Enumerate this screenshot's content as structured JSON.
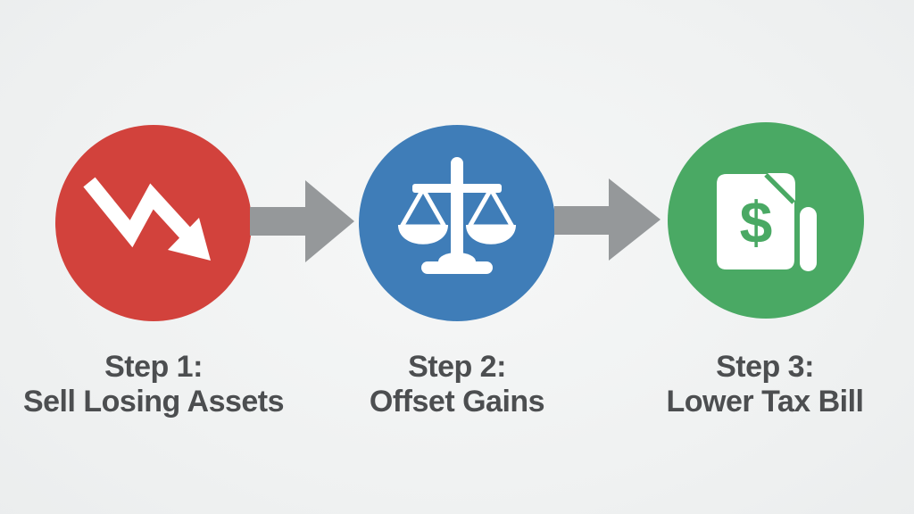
{
  "title": "Tax-loss harvesting three step process diagram",
  "background": {
    "center_color": "#f6f7f7",
    "edge_color": "#e2e4e6"
  },
  "text_color": "#4c4e50",
  "icon_color": "#ffffff",
  "connector_color": "#95989a",
  "steps": [
    {
      "title": "Step 1:",
      "subtitle": "Sell Losing Assets",
      "icon": "declining-chart-arrow-icon",
      "circle_color": "#d2423c"
    },
    {
      "title": "Step 2:",
      "subtitle": "Offset Gains",
      "icon": "balance-scale-icon",
      "circle_color": "#3f7db8"
    },
    {
      "title": "Step 3:",
      "subtitle": "Lower Tax Bill",
      "icon": "dollar-invoice-icon",
      "circle_color": "#4aa964"
    }
  ],
  "connectors": [
    {
      "icon": "flow-arrow-right-icon"
    },
    {
      "icon": "flow-arrow-right-icon"
    }
  ]
}
